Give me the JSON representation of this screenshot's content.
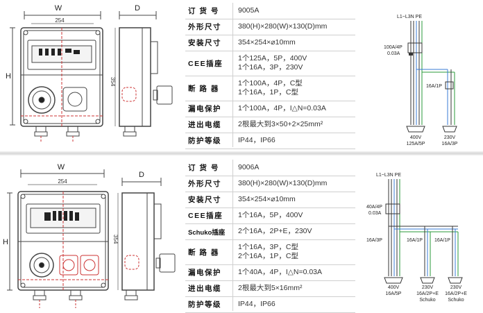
{
  "panels": [
    {
      "dims": {
        "w": "W",
        "w_val": "254",
        "h": "H",
        "d": "D",
        "side_val": "354"
      },
      "specs": [
        {
          "k": "订 货 号",
          "v": [
            "9005A"
          ]
        },
        {
          "k": "外形尺寸",
          "v": [
            "380(H)×280(W)×130(D)mm"
          ]
        },
        {
          "k": "安装尺寸",
          "v": [
            "354×254×⌀10mm"
          ]
        },
        {
          "k": "CEE插座",
          "v": [
            "1个125A，5P，400V",
            "1个16A，3P，230V"
          ]
        },
        {
          "k": "断 路 器",
          "v": [
            "1个100A，4P，C型",
            "1个16A，1P，C型"
          ]
        },
        {
          "k": "漏电保护",
          "v": [
            "1个100A，4P，I△N=0.03A"
          ]
        },
        {
          "k": "进出电缆",
          "v": [
            "2根最大到3×50+2×25mm²"
          ]
        },
        {
          "k": "防护等级",
          "v": [
            "IP44，IP66"
          ]
        }
      ],
      "diagram": {
        "header": "L1~L3N PE",
        "rcd": [
          "100A/4P",
          "0.03A"
        ],
        "breaker": "16A/1P",
        "outputs": [
          [
            "400V",
            "125A/5P"
          ],
          [
            "230V",
            "16A/3P"
          ]
        ]
      }
    },
    {
      "dims": {
        "w": "W",
        "w_val": "254",
        "h": "H",
        "d": "D",
        "side_val": "354"
      },
      "specs": [
        {
          "k": "订 货 号",
          "v": [
            "9006A"
          ]
        },
        {
          "k": "外形尺寸",
          "v": [
            "380(H)×280(W)×130(D)mm"
          ]
        },
        {
          "k": "安装尺寸",
          "v": [
            "354×254×⌀10mm"
          ]
        },
        {
          "k": "CEE插座",
          "v": [
            "1个16A，5P，400V"
          ]
        },
        {
          "k": "Schuko插座",
          "v": [
            "2个16A，2P+E，230V"
          ]
        },
        {
          "k": "断 路 器",
          "v": [
            "1个16A，3P，C型",
            "2个16A，1P，C型"
          ]
        },
        {
          "k": "漏电保护",
          "v": [
            "1个40A，4P，I△N=0.03A"
          ]
        },
        {
          "k": "进出电缆",
          "v": [
            "2根最大到5×16mm²"
          ]
        },
        {
          "k": "防护等级",
          "v": [
            "IP44，IP66"
          ]
        }
      ],
      "diagram": {
        "header": "L1~L3N PE",
        "rcd": [
          "40A/4P",
          "0.03A"
        ],
        "breakers": [
          "16A/3P",
          "16A/1P",
          "16A/1P"
        ],
        "outputs": [
          [
            "400V",
            "16A/5P"
          ],
          [
            "230V",
            "16A/2P+E",
            "Schuko"
          ],
          [
            "230V",
            "16A/2P+E",
            "Schuko"
          ]
        ]
      }
    }
  ]
}
